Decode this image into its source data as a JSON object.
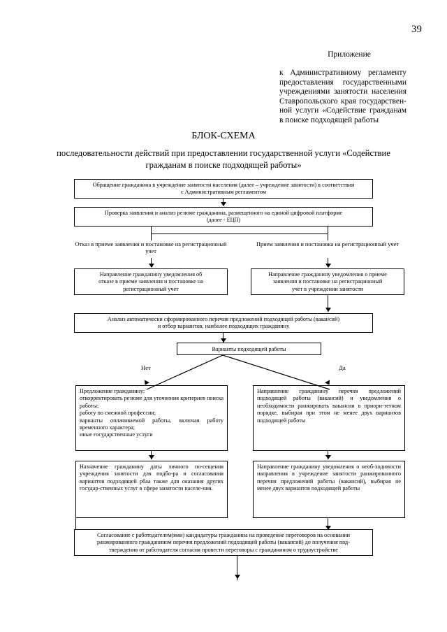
{
  "document": {
    "page_number": "39",
    "appendix_label": "Приложение",
    "appendix_text": "к Административному регламенту предоставления государственными учреждениями занятости населения Ставропольского края государствен-ной услуги «Содействие гражданам в поиске подходящей работы",
    "title": "БЛОК-СХЕМА",
    "subtitle_line1": "последовательности действий при предоставлении государственной услуги",
    "subtitle_line2": "«Содействие гражданам в поиске подходящей работы»"
  },
  "flowchart": {
    "box1": {
      "line1": "Обращение гражданина в учреждение занятости населения (далее – учреждение занятости) в соответствии",
      "line2": "с Административным регламентом"
    },
    "box2": {
      "line1": "Проверка заявления и анализ резюме гражданина, размещенного на единой цифровой платформе",
      "line2": "(далее - ЕЦП)"
    },
    "caption_left": {
      "line1": "Отказ в приеме заявления и постановке",
      "line2": "на регистрационный учет"
    },
    "caption_right": {
      "line1": "Прием заявления и постановка",
      "line2": "на регистрационный учет"
    },
    "box3_left": {
      "line1": "Направление гражданину уведомления об",
      "line2": "отказе в приеме заявления и постановке на",
      "line3": "регистрационный учет"
    },
    "box3_right": {
      "line1": "Направление гражданину уведомления о приеме",
      "line2": "заявления и постановке на регистрационный",
      "line3": "учет в учреждении занятости"
    },
    "box4": {
      "line1": "Анализ автоматически сформированного перечня предложений подходящей работы (вакансий)",
      "line2": "и отбор вариантов, наиболее подходящих гражданину"
    },
    "decision": {
      "label": "Варианты подходящей работы"
    },
    "branch_no": "Нет",
    "branch_yes": "Да",
    "box5_left": {
      "line1": "Предложение гражданину:",
      "line2": "откорректировать резюме для уточнения критериев поиска работы;",
      "line3": "работу по смежной профессии;",
      "line4": "варианты оплачиваемой работы, включая работу временного характера;",
      "line5": "иные государственные услуги"
    },
    "box5_right": {
      "text": "Направление гражданину перечня предложений подходящей работы (вакансий) и уведомления о необходимости ранжировать вакансии в приори-тетном порядке, выбирая при этом не менее двух вариантов подходящей работы"
    },
    "box6_left": {
      "text": "Назначение гражданину даты личного по-сещения учреждения занятости для подбо-ра и согласования вариантов подходящей рбаа также для оказания других государ-ственных услуг в сфере занятости населе-ния."
    },
    "box6_right": {
      "text": "Направление гражданину уведомления о необ-ходимости направления в учреждение занятости ранжированного перечня предложений работы (вакансий), выбирая не менее двух вариантов подходящей работы"
    },
    "box7": {
      "line1": "Согласование с работодателем(ями) кандидатуры гражданина на проведение переговоров на основании",
      "line2": "ранжированного гражданином перечня предложений подходящей работы (вакансий) до получения под-",
      "line3": "тверждения от работодателя согласия провести переговоры с гражданином о трудоустройстве"
    }
  }
}
